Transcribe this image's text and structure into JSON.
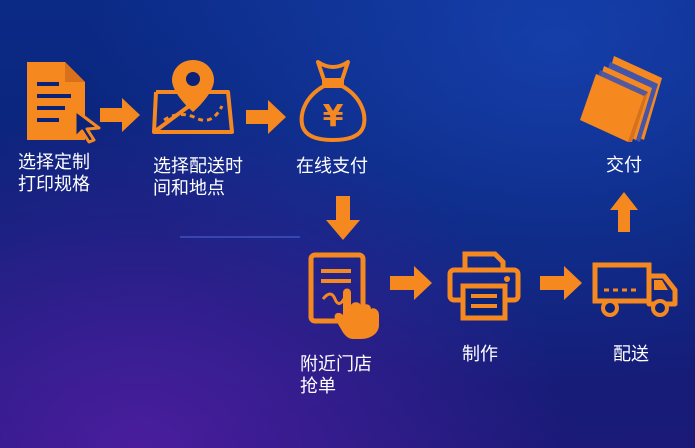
{
  "colors": {
    "accent": "#f5891f",
    "background": "#0a2277",
    "text": "#ffffff"
  },
  "steps": [
    {
      "label": "选择定制\n打印规格",
      "icon": "document-cursor-icon"
    },
    {
      "label": "选择配送时\n间和地点",
      "icon": "map-pin-icon"
    },
    {
      "label": "在线支付",
      "icon": "money-bag-icon"
    },
    {
      "label": "附近门店\n抢单",
      "icon": "hand-tap-document-icon"
    },
    {
      "label": "制作",
      "icon": "printer-icon"
    },
    {
      "label": "配送",
      "icon": "delivery-truck-icon"
    },
    {
      "label": "交付",
      "icon": "stacked-paper-icon"
    }
  ],
  "money_symbol": "¥"
}
